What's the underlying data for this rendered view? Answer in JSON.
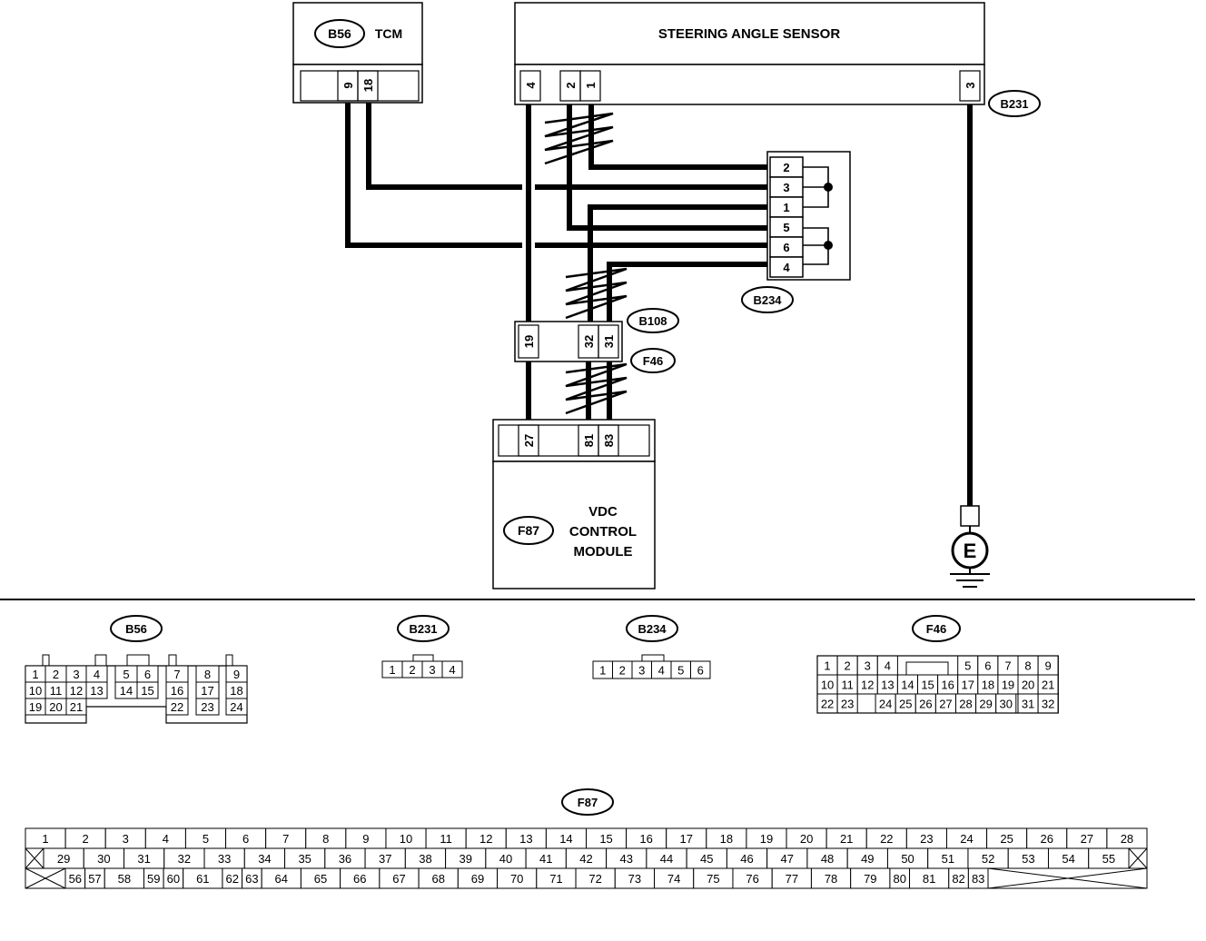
{
  "components": {
    "tcm": {
      "ref": "B56",
      "name": "TCM",
      "pins": [
        "9",
        "18"
      ]
    },
    "sas": {
      "name": "STEERING ANGLE SENSOR",
      "ref": "B231",
      "pins": [
        "4",
        "2",
        "1",
        "3"
      ]
    },
    "b234": {
      "ref": "B234",
      "pins": [
        "2",
        "3",
        "1",
        "5",
        "6",
        "4"
      ]
    },
    "b108": {
      "ref": "B108"
    },
    "f46": {
      "ref": "F46",
      "pins": [
        "19",
        "32",
        "31"
      ]
    },
    "vdc": {
      "ref": "F87",
      "name_lines": [
        "VDC",
        "CONTROL",
        "MODULE"
      ],
      "pins": [
        "27",
        "81",
        "83"
      ]
    },
    "ground": {
      "label": "E"
    }
  },
  "connector_views": {
    "b56": {
      "ref": "B56",
      "rows": [
        [
          "1",
          "2",
          "3",
          "4",
          "5",
          "6",
          "7",
          "8",
          "9"
        ],
        [
          "10",
          "11",
          "12",
          "13",
          "14",
          "15",
          "16",
          "17",
          "18"
        ],
        [
          "19",
          "20",
          "21",
          "22",
          "23",
          "24"
        ]
      ]
    },
    "b231": {
      "ref": "B231",
      "pins": [
        "1",
        "2",
        "3",
        "4"
      ]
    },
    "b234": {
      "ref": "B234",
      "pins": [
        "1",
        "2",
        "3",
        "4",
        "5",
        "6"
      ]
    },
    "f46": {
      "ref": "F46",
      "rows": [
        [
          "1",
          "2",
          "3",
          "4",
          "5",
          "6",
          "7",
          "8",
          "9"
        ],
        [
          "10",
          "11",
          "12",
          "13",
          "14",
          "15",
          "16",
          "17",
          "18",
          "19",
          "20",
          "21"
        ],
        [
          "22",
          "23",
          "24",
          "25",
          "26",
          "27",
          "28",
          "29",
          "30",
          "31",
          "32"
        ]
      ]
    },
    "f87": {
      "ref": "F87",
      "row1": [
        "1",
        "2",
        "3",
        "4",
        "5",
        "6",
        "7",
        "8",
        "9",
        "10",
        "11",
        "12",
        "13",
        "14",
        "15",
        "16",
        "17",
        "18",
        "19",
        "20",
        "21",
        "22",
        "23",
        "24",
        "25",
        "26",
        "27",
        "28"
      ],
      "row2": [
        "29",
        "30",
        "31",
        "32",
        "33",
        "34",
        "35",
        "36",
        "37",
        "38",
        "39",
        "40",
        "41",
        "42",
        "43",
        "44",
        "45",
        "46",
        "47",
        "48",
        "49",
        "50",
        "51",
        "52",
        "53",
        "54",
        "55"
      ],
      "row3": [
        "56",
        "57",
        "58",
        "59",
        "60",
        "61",
        "62",
        "63",
        "64",
        "65",
        "66",
        "67",
        "68",
        "69",
        "70",
        "71",
        "72",
        "73",
        "74",
        "75",
        "76",
        "77",
        "78",
        "79",
        "80",
        "81",
        "82",
        "83"
      ]
    }
  }
}
